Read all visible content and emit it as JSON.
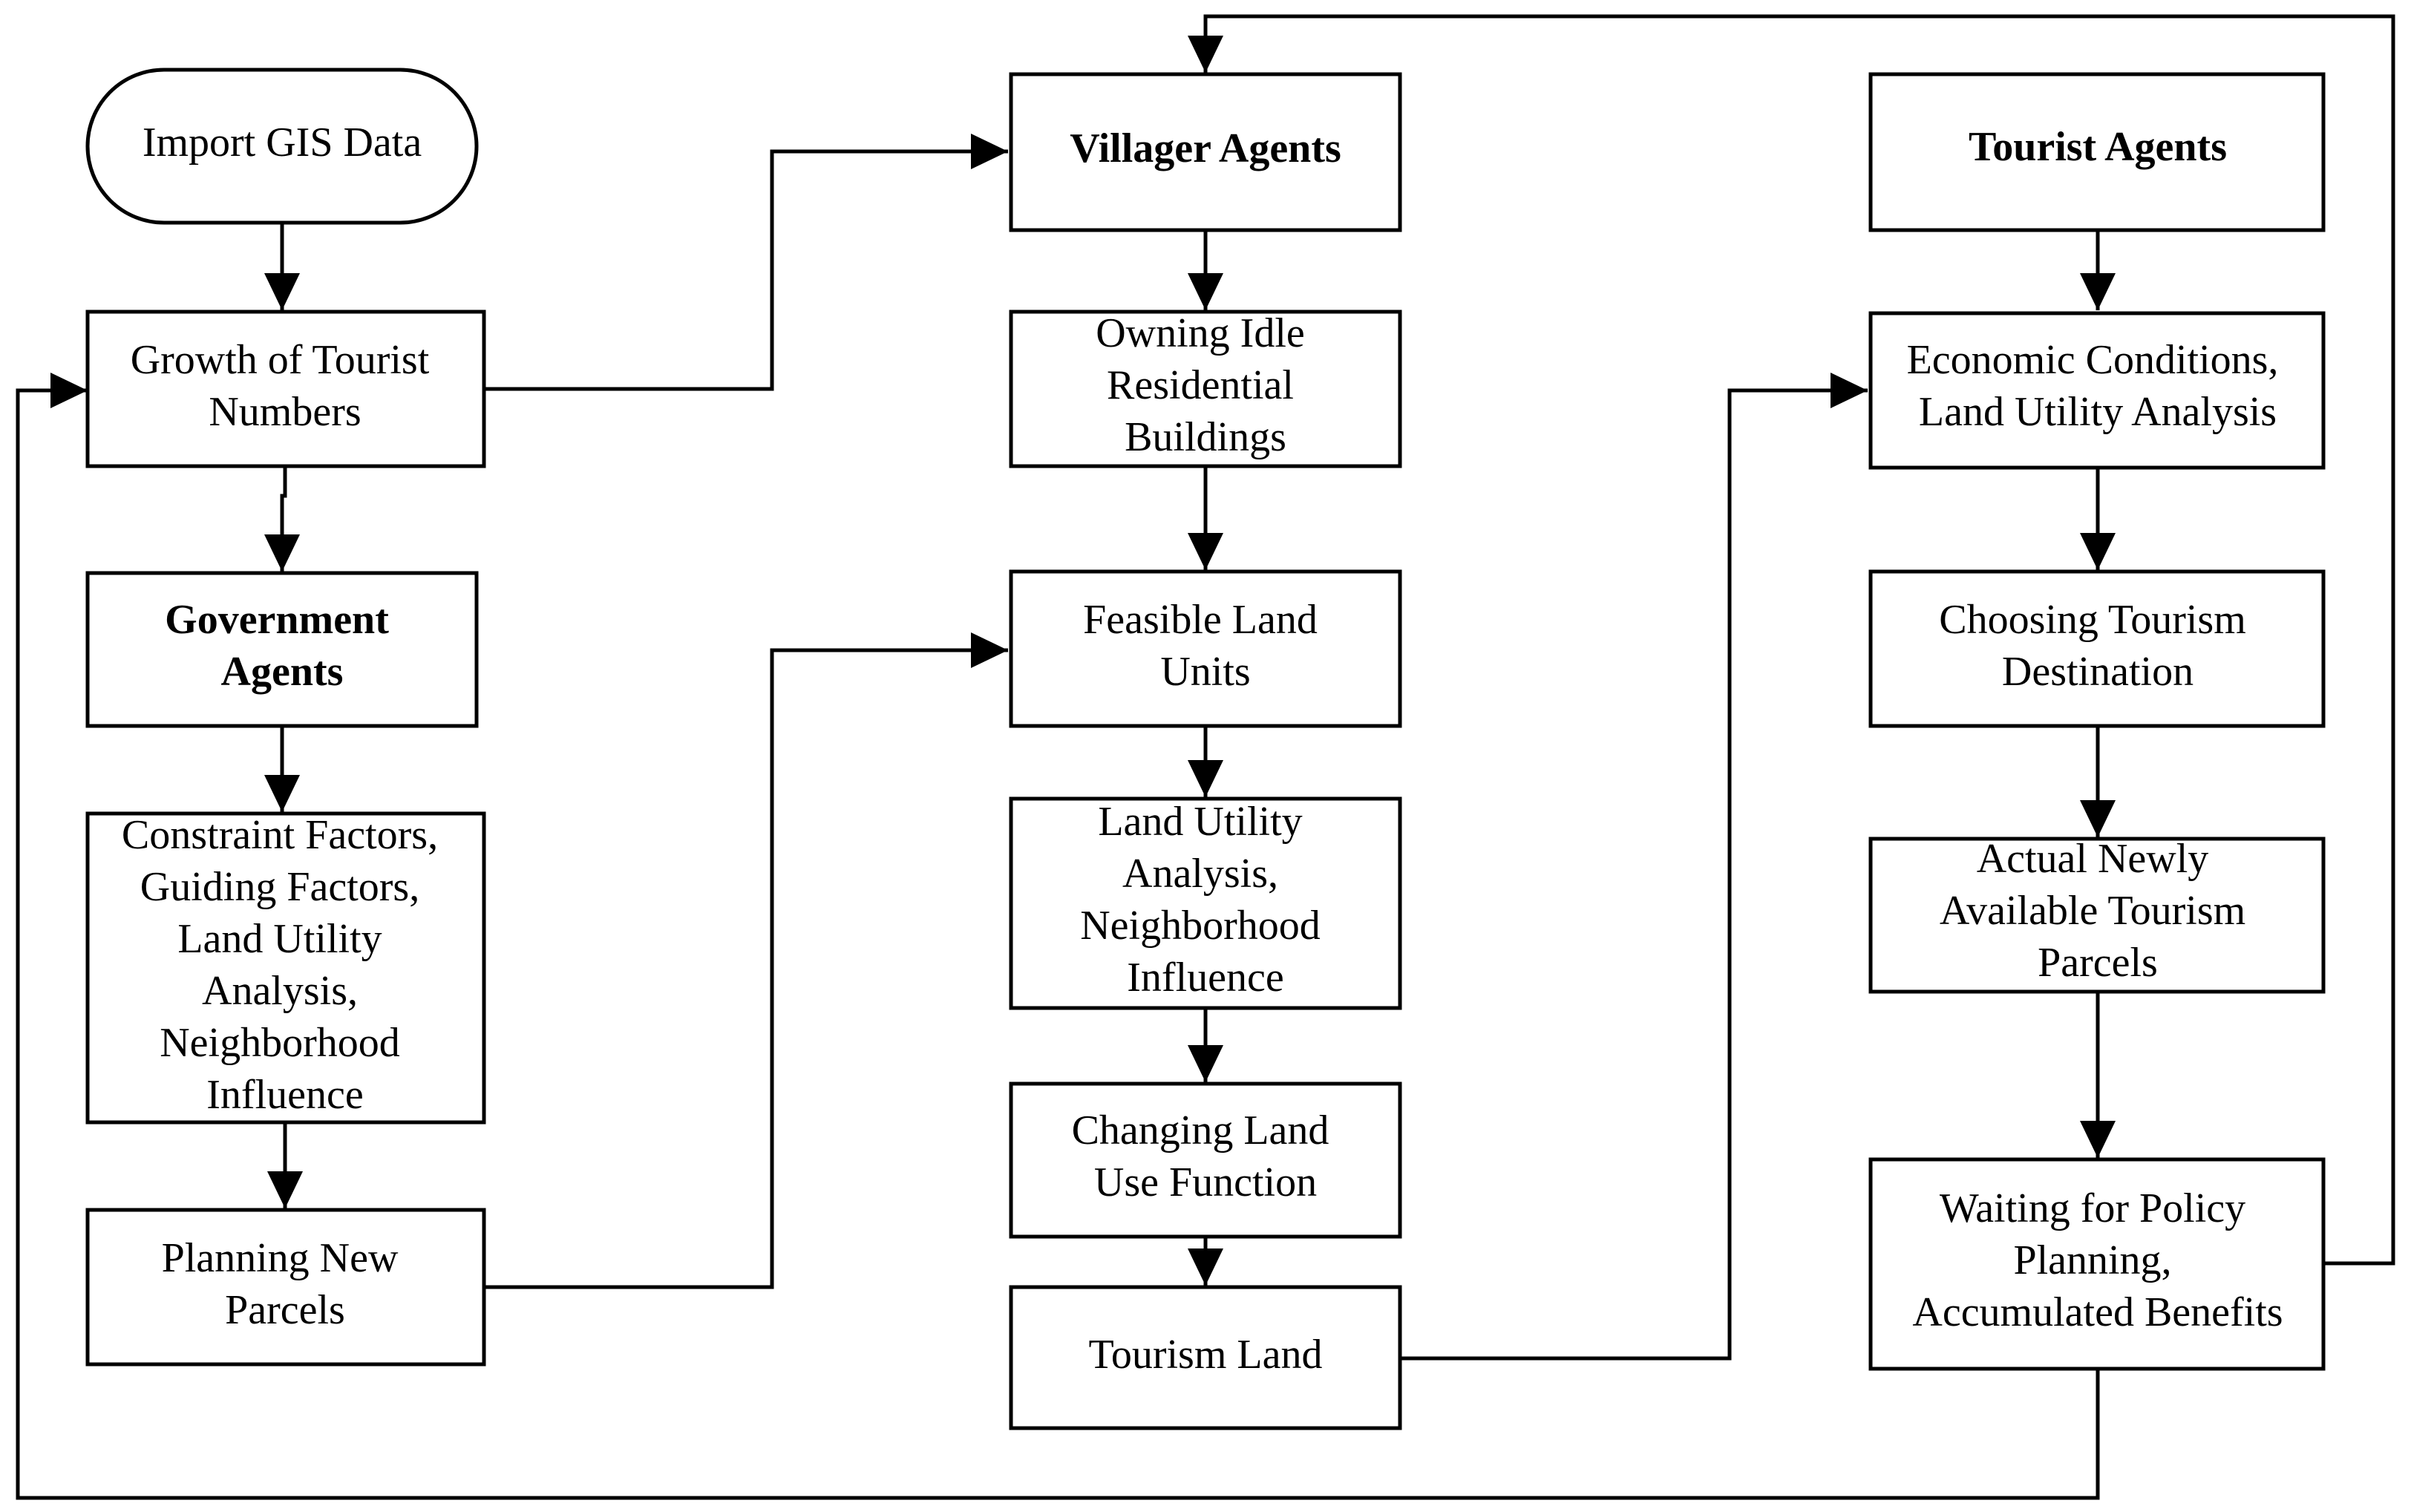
{
  "colors": {
    "stroke": "#000000",
    "fill": "#ffffff",
    "text": "#000000"
  },
  "nodes": {
    "import_gis": {
      "lines": [
        "Import GIS Data"
      ],
      "shape": "terminal",
      "bold": false
    },
    "growth_tourists": {
      "lines": [
        "Growth of Tourist",
        "Numbers"
      ],
      "shape": "process",
      "bold": false
    },
    "government_agents": {
      "lines": [
        "Government",
        "Agents"
      ],
      "shape": "process",
      "bold": true
    },
    "gov_factors": {
      "lines": [
        "Constraint Factors,",
        "Guiding Factors,",
        "Land Utility",
        "Analysis,",
        "Neighborhood",
        "Influence"
      ],
      "shape": "process",
      "bold": false
    },
    "planning_parcels": {
      "lines": [
        "Planning New",
        "Parcels"
      ],
      "shape": "process",
      "bold": false
    },
    "villager_agents": {
      "lines": [
        "Villager Agents"
      ],
      "shape": "process",
      "bold": true
    },
    "owning_idle": {
      "lines": [
        "Owning Idle",
        "Residential",
        "Buildings"
      ],
      "shape": "process",
      "bold": false
    },
    "feasible_land": {
      "lines": [
        "Feasible Land",
        "Units"
      ],
      "shape": "process",
      "bold": false
    },
    "villager_utility": {
      "lines": [
        "Land Utility",
        "Analysis,",
        "Neighborhood",
        "Influence"
      ],
      "shape": "process",
      "bold": false
    },
    "changing_land": {
      "lines": [
        "Changing Land",
        "Use Function"
      ],
      "shape": "process",
      "bold": false
    },
    "tourism_land": {
      "lines": [
        "Tourism Land"
      ],
      "shape": "process",
      "bold": false
    },
    "tourist_agents": {
      "lines": [
        "Tourist Agents"
      ],
      "shape": "process",
      "bold": true
    },
    "economic_conditions": {
      "lines": [
        "Economic Conditions,",
        "Land Utility Analysis"
      ],
      "shape": "process",
      "bold": false
    },
    "choosing_destination": {
      "lines": [
        "Choosing Tourism",
        "Destination"
      ],
      "shape": "process",
      "bold": false
    },
    "actual_parcels": {
      "lines": [
        "Actual Newly",
        "Available Tourism",
        "Parcels"
      ],
      "shape": "process",
      "bold": false
    },
    "waiting_policy": {
      "lines": [
        "Waiting for Policy",
        "Planning,",
        "Accumulated Benefits"
      ],
      "shape": "process",
      "bold": false
    }
  },
  "edges": [
    {
      "from": "import_gis",
      "to": "growth_tourists",
      "directed": true
    },
    {
      "from": "growth_tourists",
      "to": "government_agents",
      "directed": true
    },
    {
      "from": "government_agents",
      "to": "gov_factors",
      "directed": true
    },
    {
      "from": "gov_factors",
      "to": "planning_parcels",
      "directed": true
    },
    {
      "from": "growth_tourists",
      "to": "villager_agents",
      "directed": true
    },
    {
      "from": "villager_agents",
      "to": "owning_idle",
      "directed": true
    },
    {
      "from": "owning_idle",
      "to": "feasible_land",
      "directed": true
    },
    {
      "from": "planning_parcels",
      "to": "feasible_land",
      "directed": true
    },
    {
      "from": "feasible_land",
      "to": "villager_utility",
      "directed": true
    },
    {
      "from": "villager_utility",
      "to": "changing_land",
      "directed": true
    },
    {
      "from": "changing_land",
      "to": "tourism_land",
      "directed": true
    },
    {
      "from": "tourism_land",
      "to": "economic_conditions",
      "directed": true
    },
    {
      "from": "tourist_agents",
      "to": "economic_conditions",
      "directed": true
    },
    {
      "from": "economic_conditions",
      "to": "choosing_destination",
      "directed": true
    },
    {
      "from": "choosing_destination",
      "to": "actual_parcels",
      "directed": true
    },
    {
      "from": "actual_parcels",
      "to": "waiting_policy",
      "directed": true
    },
    {
      "from": "waiting_policy",
      "to": "villager_agents",
      "directed": true
    },
    {
      "from": "waiting_policy",
      "to": "growth_tourists",
      "directed": true
    }
  ]
}
